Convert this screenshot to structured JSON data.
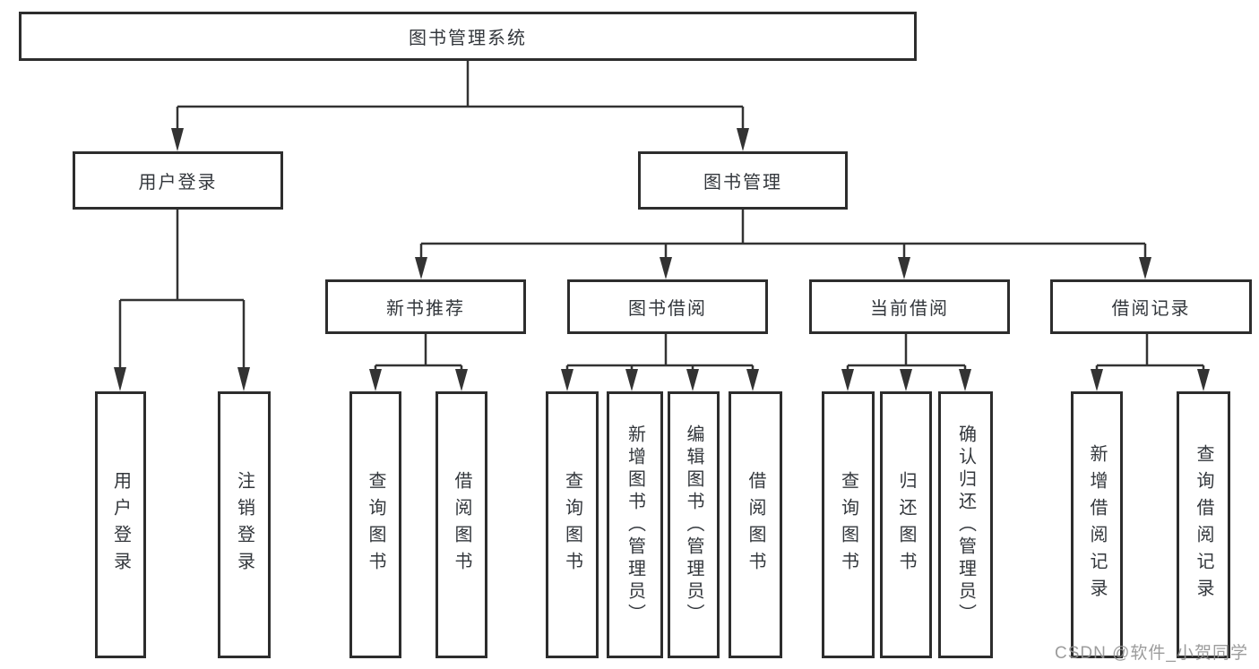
{
  "diagram": {
    "root": "图书管理系统",
    "level2": {
      "user_login": "用户登录",
      "book_mgmt": "图书管理"
    },
    "level3": {
      "new_book": "新书推荐",
      "book_borrow": "图书借阅",
      "current_borrow": "当前借阅",
      "borrow_record": "借阅记录"
    },
    "children": {
      "user_login": [
        "用户登录",
        "注销登录"
      ],
      "new_book": [
        "查询图书",
        "借阅图书"
      ],
      "book_borrow": [
        "查询图书",
        "新增图书（管理员）",
        "编辑图书（管理员）",
        "借阅图书"
      ],
      "current_borrow": [
        "查询图书",
        "归还图书",
        "确认归还（管理员）"
      ],
      "borrow_record": [
        "新增借阅记录",
        "查询借阅记录"
      ]
    }
  },
  "watermark": "CSDN @软件_小贺同学",
  "colors": {
    "line": "#333333",
    "box_border": "#2d2d2d",
    "text": "#33373c",
    "watermark": "#949494",
    "background": "#ffffff"
  }
}
